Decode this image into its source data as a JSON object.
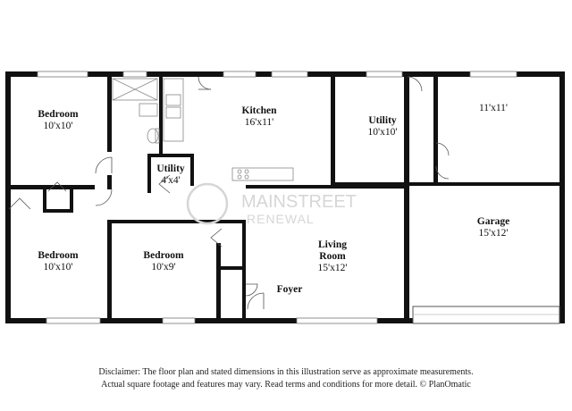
{
  "rooms": {
    "bedroom_nw": {
      "name": "Bedroom",
      "dims": "10'x10'"
    },
    "kitchen": {
      "name": "Kitchen",
      "dims": "16'x11'"
    },
    "utility_main": {
      "name": "Utility",
      "dims": "10'x10'"
    },
    "storage": {
      "dims": "11'x11'"
    },
    "utility_small": {
      "name": "Utility",
      "dims": "4'x4'"
    },
    "bedroom_sw": {
      "name": "Bedroom",
      "dims": "10'x10'"
    },
    "bedroom_mid": {
      "name": "Bedroom",
      "dims": "10'x9'"
    },
    "living": {
      "name_line1": "Living",
      "name_line2": "Room",
      "dims": "15'x12'"
    },
    "garage": {
      "name": "Garage",
      "dims": "15'x12'"
    },
    "foyer": {
      "name": "Foyer"
    }
  },
  "watermark": {
    "line1": "MAINSTREET",
    "line2": "RENEWAL"
  },
  "disclaimer": {
    "line1": "Disclaimer: The floor plan and stated dimensions in this illustration serve as approximate measurements.",
    "line2": "Actual square footage and features may vary. Read terms and conditions for more detail. © PlanOmatic"
  },
  "colors": {
    "wall": "#111111",
    "fixture": "#888888",
    "watermark": "#d6d6d6"
  }
}
